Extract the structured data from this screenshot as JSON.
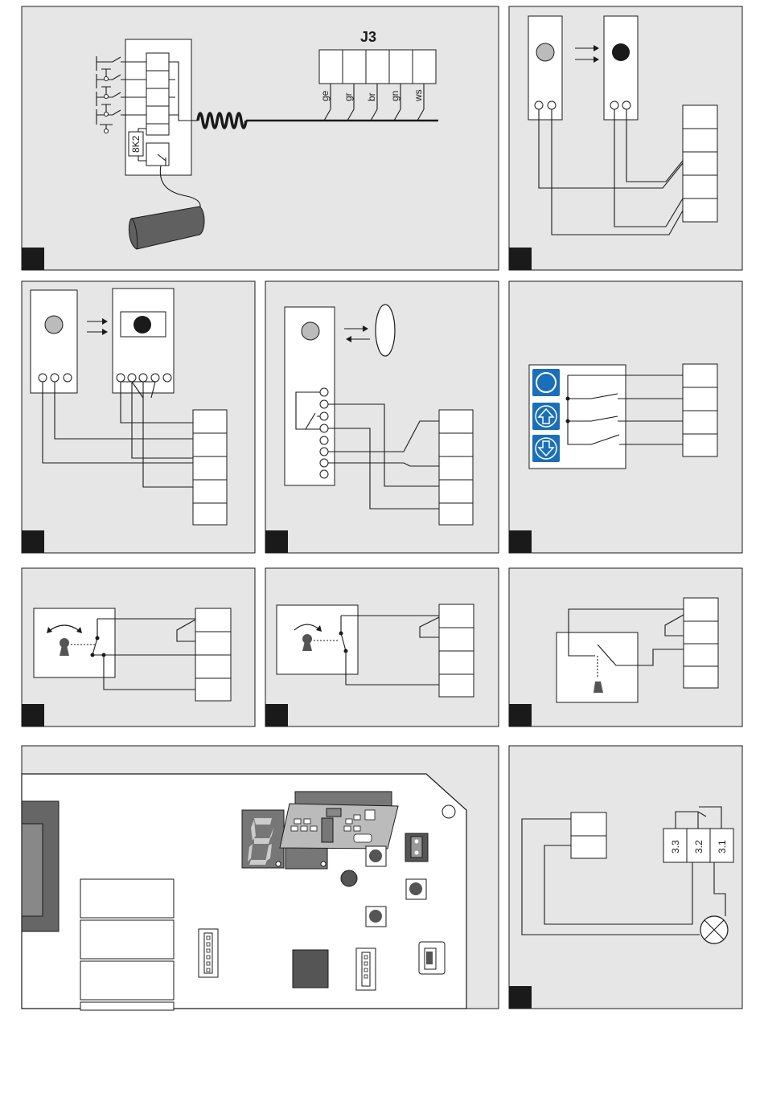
{
  "panel1": {
    "connector_title": "J3",
    "wire_labels": [
      "ge",
      "gr",
      "br",
      "gn",
      "ws"
    ],
    "resistor_label": "8K2"
  },
  "panel11": {
    "terminal_labels": [
      "3.3",
      "3.2",
      "3.1"
    ]
  },
  "colors": {
    "panel_fill": "#e6e6e6",
    "button_blue": "#1a6fb8",
    "pcb_dark": "#555555",
    "sender_light": "#bbbbbb"
  },
  "icons": [
    "keyswitch-icon",
    "lamp-icon",
    "push-button-icon",
    "arrow-up-icon",
    "arrow-down-icon",
    "stop-icon"
  ]
}
